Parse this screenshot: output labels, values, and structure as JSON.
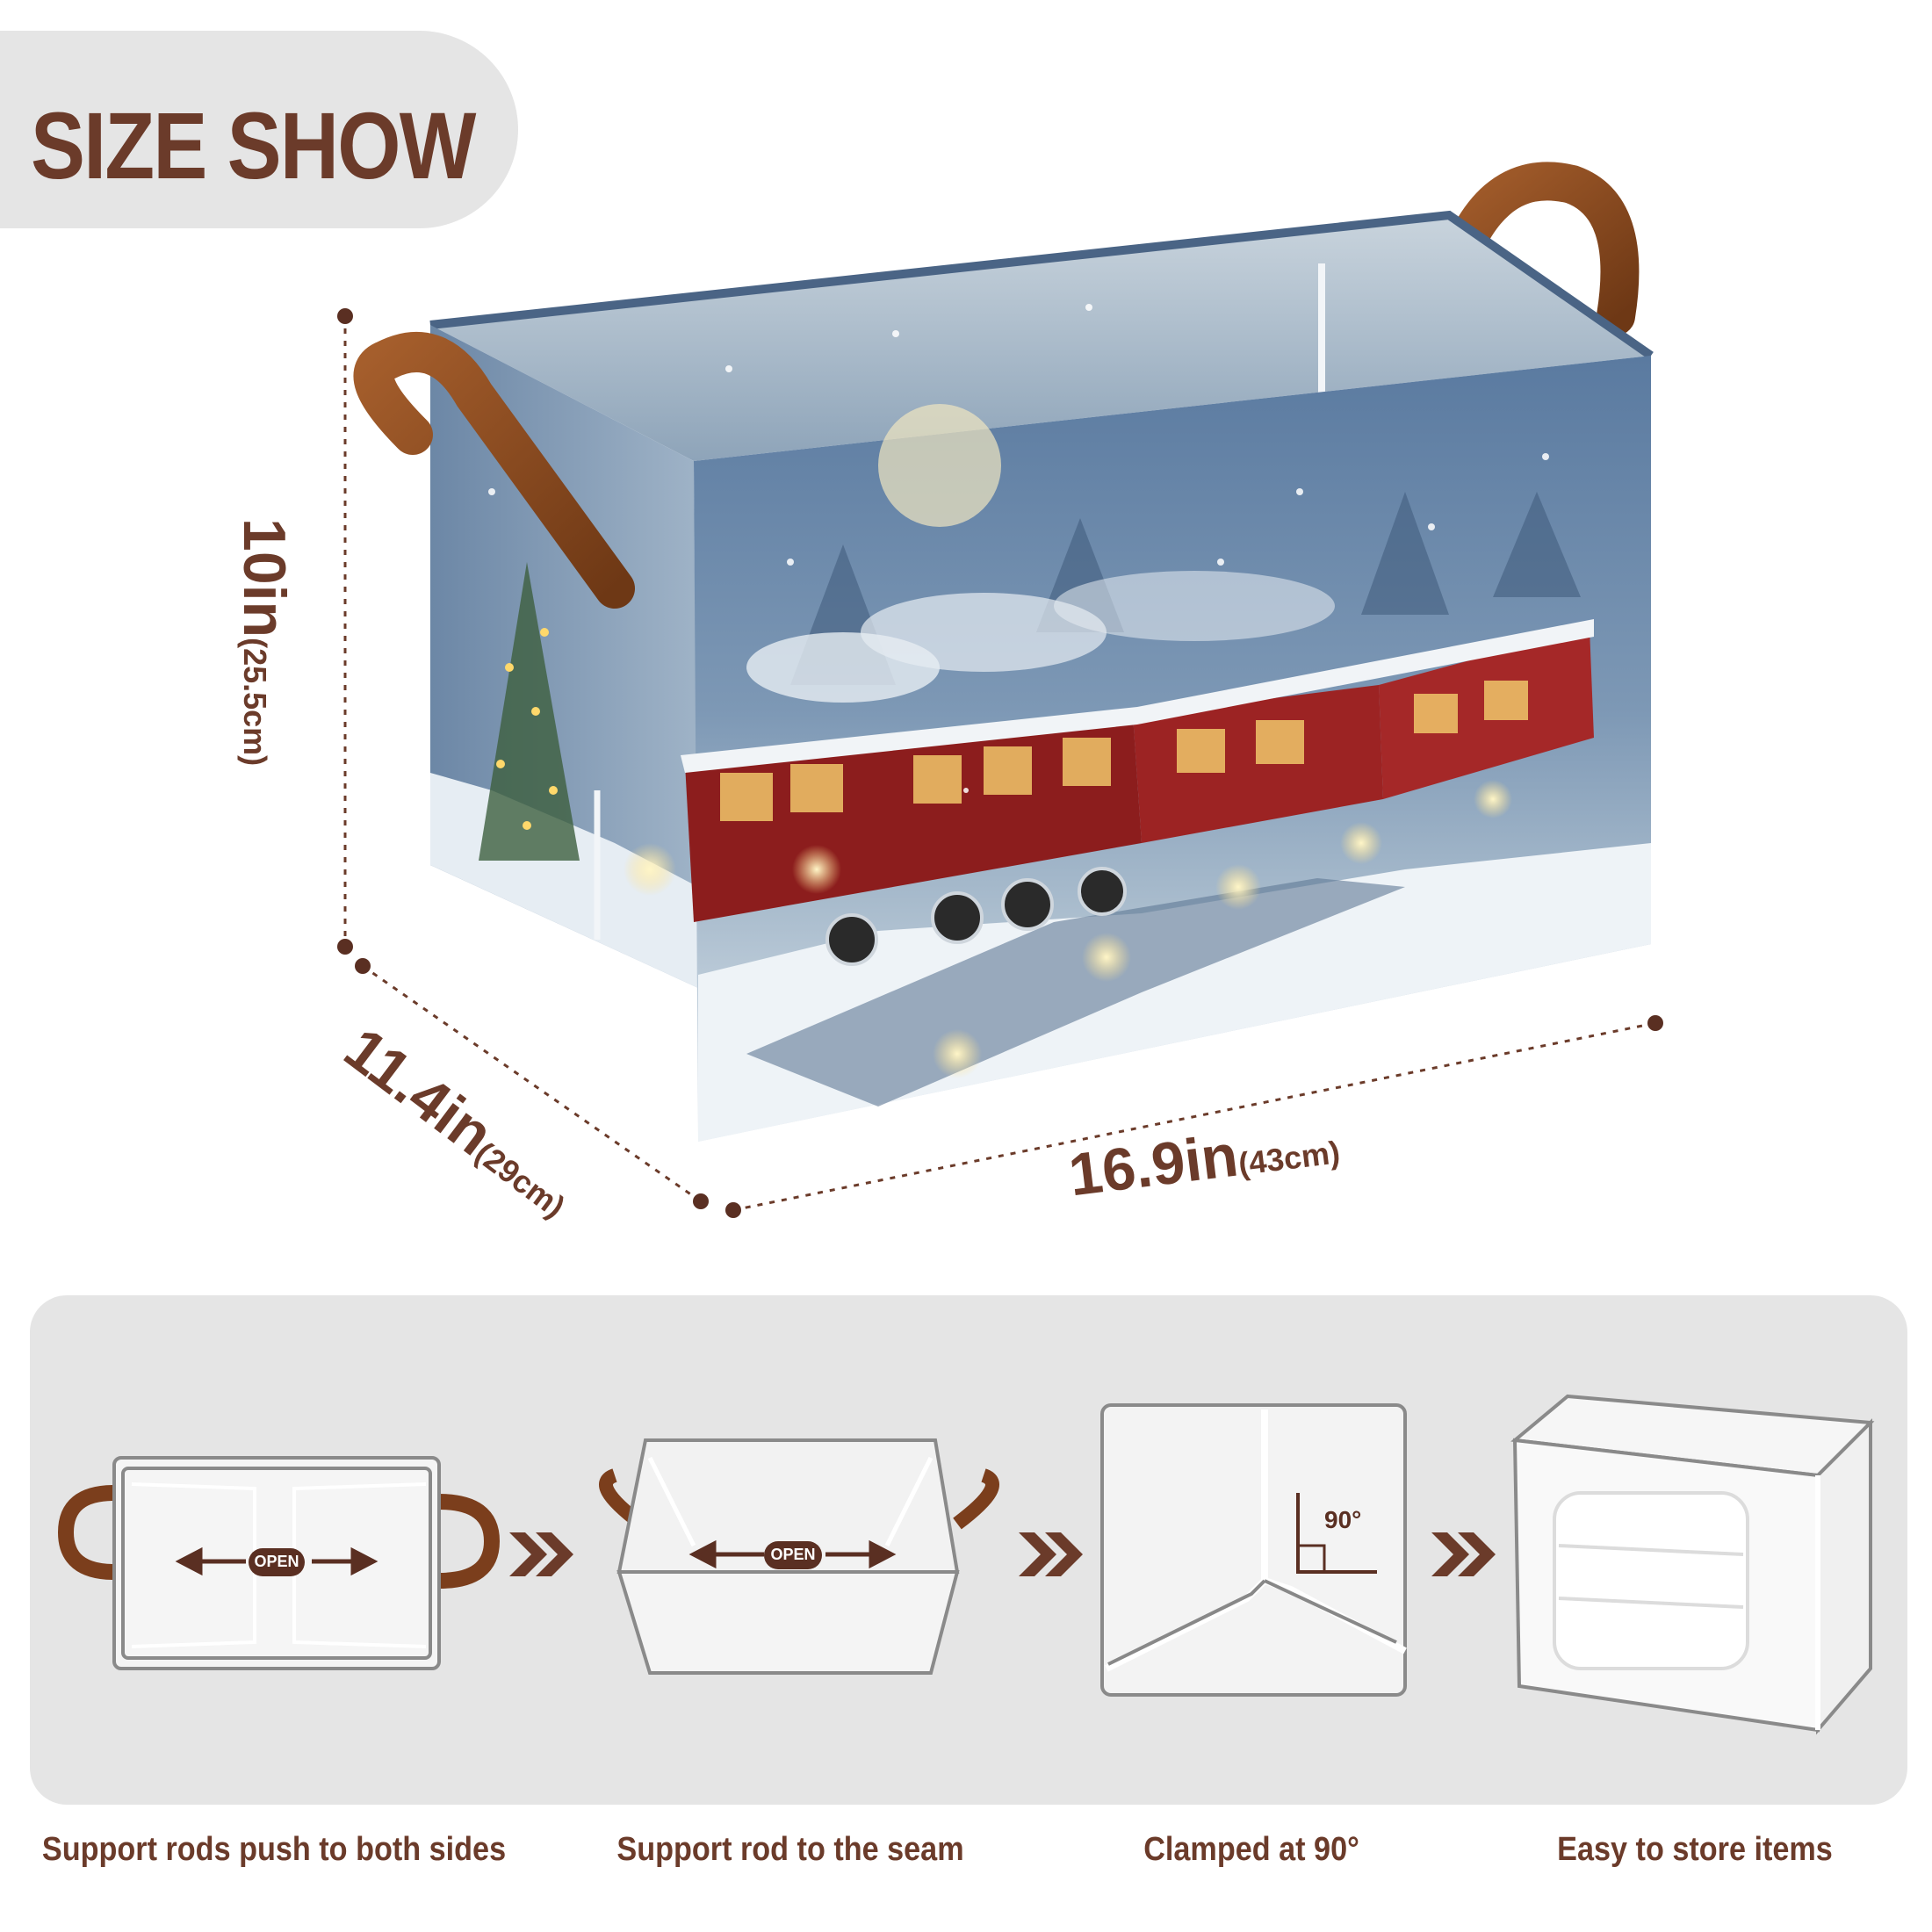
{
  "header": {
    "title": "SIZE SHOW"
  },
  "dimensions": {
    "height": {
      "main": "10in",
      "metric": "(25.5cm)"
    },
    "depth": {
      "main": "11.4in",
      "metric": "(29cm)"
    },
    "width": {
      "main": "16.9in",
      "metric": "(43cm)"
    }
  },
  "steps": [
    {
      "caption": "Support rods push to both sides",
      "badge": "OPEN"
    },
    {
      "caption": "Support rod to the seam",
      "badge": "OPEN"
    },
    {
      "caption": "Clamped at 90°",
      "badge": "90°"
    },
    {
      "caption": "Easy to store items"
    }
  ],
  "colors": {
    "accent_brown": "#6b3b2a",
    "handle_brown": "#8b4a22",
    "panel_gray": "#e5e5e5",
    "sky_blue": "#4f6f93"
  }
}
